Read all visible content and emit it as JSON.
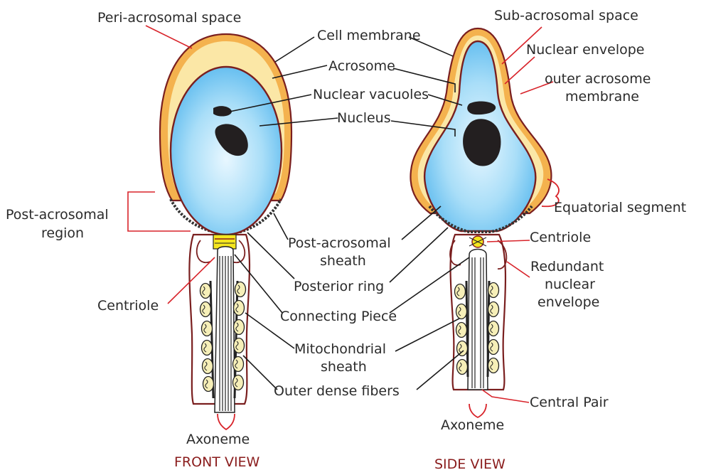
{
  "views": {
    "front": "FRONT VIEW",
    "side": "SIDE VIEW"
  },
  "labels": {
    "peri_acrosomal_space": "Peri-acrosomal space",
    "cell_membrane": "Cell membrane",
    "acrosome": "Acrosome",
    "nuclear_vacuoles": "Nuclear vacuoles",
    "nucleus": "Nucleus",
    "post_acrosomal_region_1": "Post-acrosomal",
    "post_acrosomal_region_2": "region",
    "post_acrosomal_sheath_1": "Post-acrosomal",
    "post_acrosomal_sheath_2": "sheath",
    "posterior_ring": "Posterior ring",
    "centriole_front": "Centriole",
    "connecting_piece": "Connecting Piece",
    "mitochondrial_sheath_1": "Mitochondrial",
    "mitochondrial_sheath_2": "sheath",
    "outer_dense_fibers": "Outer dense fibers",
    "axoneme_front": "Axoneme",
    "sub_acrosomal_space": "Sub-acrosomal space",
    "nuclear_envelope": "Nuclear envelope",
    "outer_acrosome_membrane_1": "outer acrosome",
    "outer_acrosome_membrane_2": "membrane",
    "equatorial_segment": "Equatorial segment",
    "centriole_side": "Centriole",
    "redundant_nuclear_envelope_1": "Redundant",
    "redundant_nuclear_envelope_2": "nuclear",
    "redundant_nuclear_envelope_3": "envelope",
    "central_pair": "Central Pair",
    "axoneme_side": "Axoneme"
  },
  "colors": {
    "nucleus_fill": "#8fd3f5",
    "acrosome_fill": "#f4b24e",
    "membrane": "#7a1f1f",
    "leader_red": "#d8232a",
    "view_title": "#8a1c1c"
  }
}
